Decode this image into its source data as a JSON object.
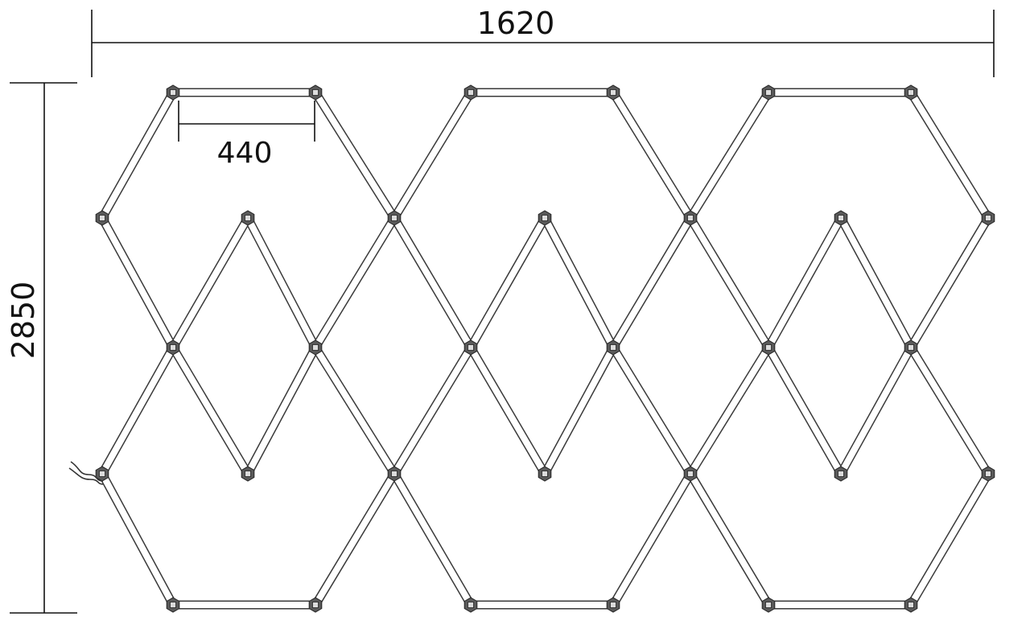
{
  "dimensions": {
    "total_width": "1620",
    "total_height": "2850",
    "segment_length": "440"
  },
  "colors": {
    "tube_stroke": "#3a3a3a",
    "tube_fill": "#ffffff",
    "connector": "#4a4a4a",
    "dimension_line": "#111111"
  }
}
